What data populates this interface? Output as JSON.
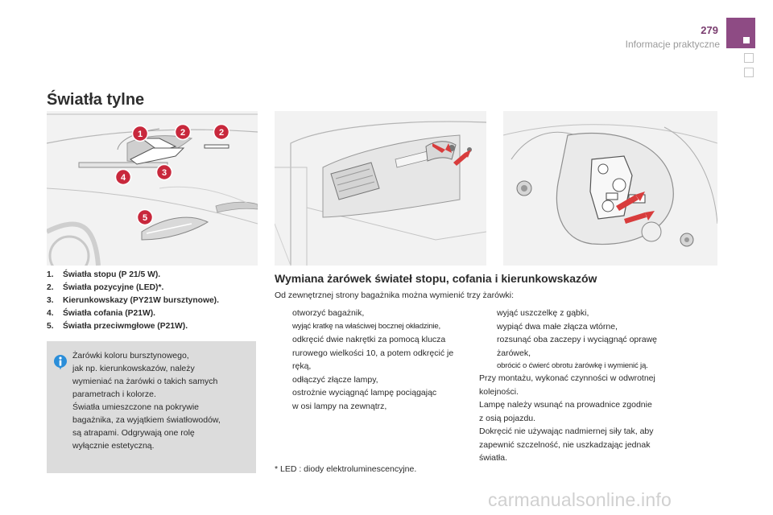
{
  "header": {
    "page_number": "279",
    "section": "Informacje praktyczne",
    "tab_color": "#8e4b84"
  },
  "title": "Światła tylne",
  "illustrations": {
    "callout_color": "#c8283c",
    "arrow_color": "#d83c3c",
    "callouts": [
      "1",
      "2",
      "2",
      "3",
      "4",
      "5"
    ]
  },
  "legend": [
    {
      "num": "1.",
      "text": "Światła stopu (P 21/5 W)."
    },
    {
      "num": "2.",
      "text": "Światła pozycyjne (LED)*."
    },
    {
      "num": "3.",
      "text": "Kierunkowskazy (PY21W bursztynowe)."
    },
    {
      "num": "4.",
      "text": "Światła cofania (P21W)."
    },
    {
      "num": "5.",
      "text": "Światła przeciwmgłowe (P21W)."
    }
  ],
  "info_box": {
    "icon": "info-icon",
    "lines": [
      "Żarówki koloru bursztynowego,",
      "jak np. kierunkowskazów, należy",
      "wymieniać na żarówki o takich samych",
      "parametrach i kolorze.",
      "Światła umieszczone na pokrywie",
      "bagażnika, za wyjątkiem światłowodów,",
      "są atrapami. Odgrywają one rolę",
      "wyłącznie estetyczną."
    ]
  },
  "section": {
    "heading": "Wymiana żarówek świateł stopu, cofania i kierunkowskazów",
    "intro": "Od zewnętrznej strony bagażnika można wymienić trzy żarówki:",
    "steps_left": [
      {
        "lines": [
          "otworzyć bagażnik,"
        ]
      },
      {
        "lines": [
          "wyjąć kratkę na właściwej bocznej okładzinie,"
        ],
        "narrow": true
      },
      {
        "lines": [
          "odkręcić dwie nakrętki za pomocą klucza",
          "rurowego wielkości 10, a potem odkręcić je",
          "ręką,"
        ]
      },
      {
        "lines": [
          "odłączyć złącze lampy,"
        ]
      },
      {
        "lines": [
          "ostrożnie wyciągnąć lampę pociągając",
          "w osi lampy na zewnątrz,"
        ]
      }
    ],
    "steps_right": [
      {
        "lines": [
          "wyjąć uszczelkę z gąbki,"
        ]
      },
      {
        "lines": [
          "wypiąć dwa małe złącza wtórne,"
        ]
      },
      {
        "lines": [
          "rozsunąć oba zaczepy i wyciągnąć oprawę",
          "żarówek,"
        ]
      },
      {
        "lines": [
          "obrócić o ćwierć obrotu żarówkę i wymienić ją."
        ],
        "narrow": true
      }
    ],
    "bullet_symbol": "",
    "paragraph_lines": [
      "Przy montażu, wykonać czynności w odwrotnej",
      "kolejności.",
      "Lampę należy wsunąć na prowadnice zgodnie",
      "z osią pojazdu.",
      "Dokręcić nie używając nadmiernej siły tak, aby",
      "zapewnić szczelność, nie uszkadzając jednak",
      "światła."
    ],
    "footnote": "* LED : diody elektroluminescencyjne."
  },
  "watermark": "carmanualsonline.info"
}
